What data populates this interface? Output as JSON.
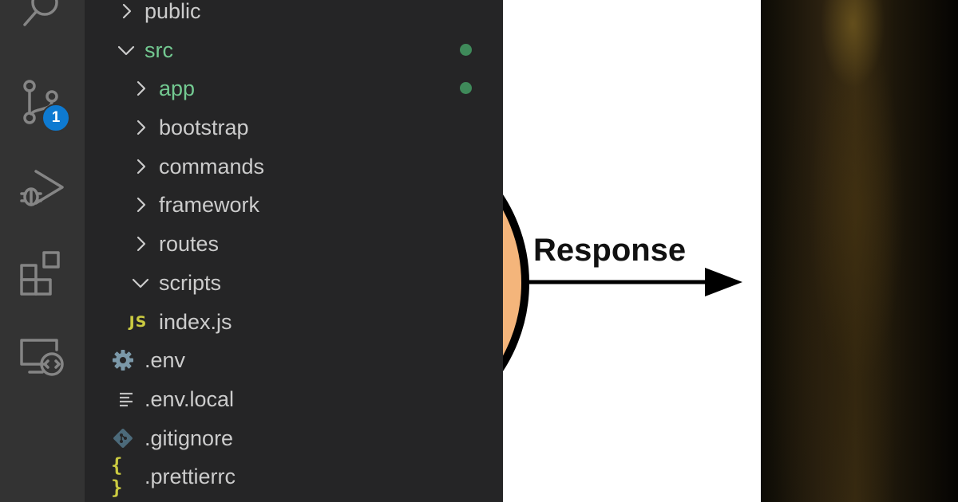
{
  "activity_bar": {
    "icons": [
      "search-icon",
      "source-control-icon",
      "run-debug-icon",
      "extensions-icon",
      "remote-explorer-icon"
    ],
    "source_control_badge": "1",
    "badge_color": "#0e7ad1"
  },
  "explorer": {
    "items": [
      {
        "label": "public",
        "type": "folder",
        "expanded": false
      },
      {
        "label": "src",
        "type": "folder",
        "expanded": true,
        "modified": true
      },
      {
        "label": "app",
        "type": "folder",
        "expanded": false,
        "modified": true
      },
      {
        "label": "bootstrap",
        "type": "folder",
        "expanded": false
      },
      {
        "label": "commands",
        "type": "folder",
        "expanded": false
      },
      {
        "label": "framework",
        "type": "folder",
        "expanded": false
      },
      {
        "label": "routes",
        "type": "folder",
        "expanded": false
      },
      {
        "label": "scripts",
        "type": "folder",
        "expanded": true
      },
      {
        "label": "index.js",
        "type": "file",
        "icon": "js-icon",
        "icon_text": "JS"
      },
      {
        "label": ".env",
        "type": "file",
        "icon": "gear-icon"
      },
      {
        "label": ".env.local",
        "type": "file",
        "icon": "lines-icon"
      },
      {
        "label": ".gitignore",
        "type": "file",
        "icon": "git-icon"
      },
      {
        "label": ".prettierrc",
        "type": "file",
        "icon": "braces-icon",
        "icon_text": "{ }"
      }
    ],
    "modified_color": "#73c991"
  },
  "diagram": {
    "arrow_label": "Response",
    "circle_fill": "#f4b57b"
  }
}
